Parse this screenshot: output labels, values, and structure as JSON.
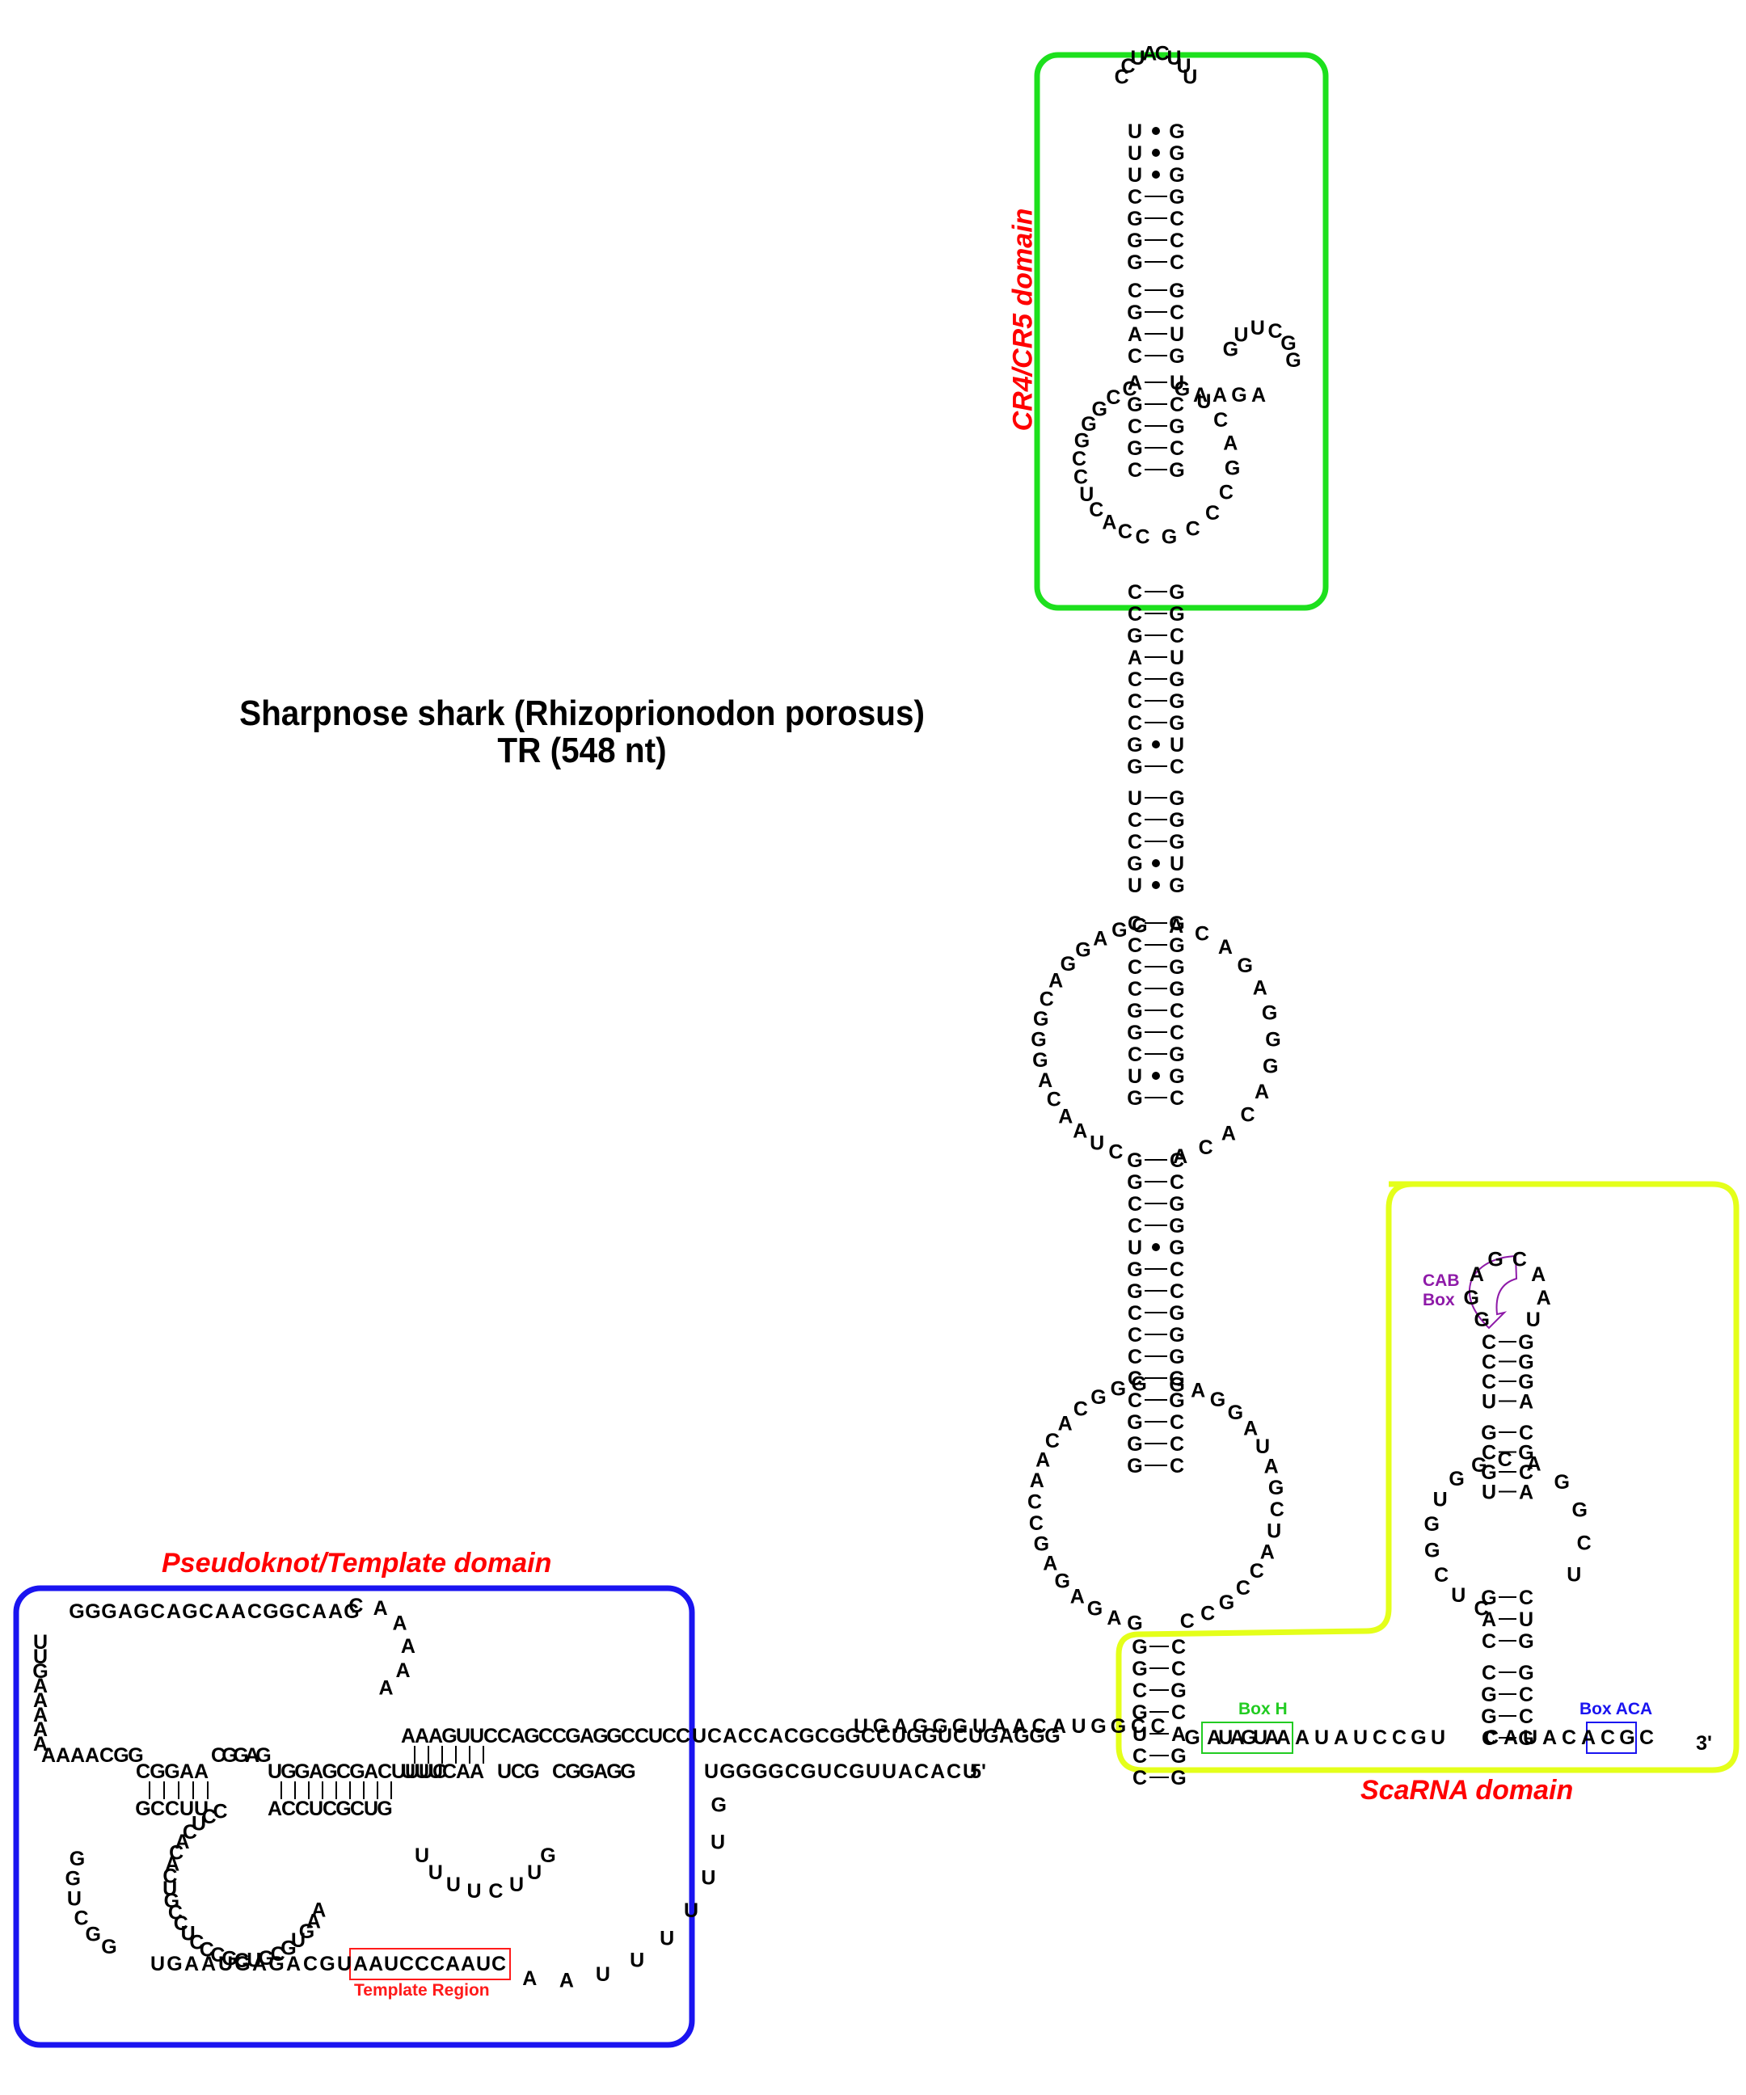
{
  "title": {
    "line1": "Sharpnose shark (Rhizoprionodon porosus)",
    "line2": "TR (548 nt)"
  },
  "domains": {
    "cr4cr5": {
      "label": "CR4/CR5 domain",
      "color": "#1de01d"
    },
    "pseudoknot": {
      "label": "Pseudoknot/Template domain",
      "color": "#1a14f0"
    },
    "scarna": {
      "label": "ScaRNA domain",
      "color": "#e4ff1a"
    }
  },
  "boxes": {
    "box_h": {
      "label": "Box H",
      "sequence": "AUAGUAA",
      "color": "#22cc22"
    },
    "box_aca": {
      "label": "Box ACA",
      "sequence": "ACA",
      "color": "#1a14f0"
    },
    "cab_box": {
      "label_line1": "CAB",
      "label_line2": "Box",
      "color": "#8e1aa8"
    },
    "template": {
      "label": "Template Region",
      "sequence": "AAUCCCAAUC",
      "color": "#ff1a1a"
    }
  },
  "ends": {
    "five_prime": "5'",
    "three_prime": "3'"
  },
  "helix": {
    "cr4_stem": [
      [
        "U",
        "G",
        "wobble"
      ],
      [
        "U",
        "G",
        "wobble"
      ],
      [
        "U",
        "G",
        "wobble"
      ],
      [
        "C",
        "G",
        "pair"
      ],
      [
        "G",
        "C",
        "pair"
      ],
      [
        "G",
        "C",
        "pair"
      ],
      [
        "G",
        "C",
        "pair"
      ],
      [
        "C",
        "G",
        "pair"
      ],
      [
        "G",
        "C",
        "pair"
      ],
      [
        "A",
        "U",
        "pair"
      ],
      [
        "C",
        "G",
        "pair"
      ],
      [
        "A",
        "U",
        "pair"
      ],
      [
        "G",
        "C",
        "pair"
      ],
      [
        "C",
        "G",
        "pair"
      ],
      [
        "G",
        "C",
        "pair"
      ],
      [
        "C",
        "G",
        "pair"
      ]
    ],
    "cr4_loop": "CCUACUUU",
    "p6_lower": [
      [
        "C",
        "G",
        "pair"
      ],
      [
        "C",
        "G",
        "pair"
      ],
      [
        "G",
        "C",
        "pair"
      ],
      [
        "A",
        "U",
        "pair"
      ],
      [
        "C",
        "G",
        "pair"
      ],
      [
        "C",
        "G",
        "pair"
      ],
      [
        "C",
        "G",
        "pair"
      ],
      [
        "G",
        "U",
        "wobble"
      ],
      [
        "G",
        "C",
        "pair"
      ],
      [
        "U",
        "G",
        "pair"
      ],
      [
        "C",
        "G",
        "pair"
      ],
      [
        "C",
        "G",
        "pair"
      ],
      [
        "G",
        "U",
        "wobble"
      ],
      [
        "U",
        "G",
        "wobble"
      ],
      [
        "C",
        "G",
        "pair"
      ],
      [
        "C",
        "G",
        "pair"
      ],
      [
        "C",
        "G",
        "pair"
      ],
      [
        "C",
        "G",
        "pair"
      ],
      [
        "G",
        "C",
        "pair"
      ],
      [
        "G",
        "C",
        "pair"
      ],
      [
        "C",
        "G",
        "pair"
      ],
      [
        "U",
        "G",
        "wobble"
      ],
      [
        "G",
        "C",
        "pair"
      ]
    ],
    "p4_stem": [
      [
        "G",
        "C",
        "pair"
      ],
      [
        "G",
        "C",
        "pair"
      ],
      [
        "C",
        "G",
        "pair"
      ],
      [
        "C",
        "G",
        "pair"
      ],
      [
        "U",
        "G",
        "wobble"
      ],
      [
        "G",
        "C",
        "pair"
      ],
      [
        "G",
        "C",
        "pair"
      ],
      [
        "C",
        "G",
        "pair"
      ],
      [
        "C",
        "G",
        "pair"
      ],
      [
        "C",
        "G",
        "pair"
      ],
      [
        "C",
        "G",
        "pair"
      ],
      [
        "C",
        "G",
        "pair"
      ],
      [
        "G",
        "C",
        "pair"
      ],
      [
        "G",
        "C",
        "pair"
      ],
      [
        "G",
        "C",
        "pair"
      ]
    ],
    "p1_stem": [
      [
        "G",
        "C",
        "pair"
      ],
      [
        "G",
        "C",
        "pair"
      ],
      [
        "C",
        "G",
        "pair"
      ],
      [
        "G",
        "C",
        "pair"
      ],
      [
        "U",
        "A",
        "pair"
      ],
      [
        "C",
        "G",
        "pair"
      ],
      [
        "C",
        "G",
        "pair"
      ]
    ],
    "scarna_upper": [
      [
        "C",
        "G",
        "pair"
      ],
      [
        "C",
        "G",
        "pair"
      ],
      [
        "C",
        "G",
        "pair"
      ],
      [
        "U",
        "A",
        "pair"
      ],
      [
        "G",
        "C",
        "pair"
      ],
      [
        "C",
        "G",
        "pair"
      ],
      [
        "G",
        "C",
        "pair"
      ],
      [
        "U",
        "A",
        "pair"
      ]
    ],
    "scarna_lower": [
      [
        "C",
        "G",
        "pair"
      ],
      [
        "G",
        "C",
        "pair"
      ],
      [
        "G",
        "C",
        "pair"
      ],
      [
        "C",
        "G",
        "pair"
      ],
      [
        "C",
        "G",
        "pair"
      ],
      [
        "A",
        "U",
        "pair"
      ],
      [
        "G",
        "C",
        "pair"
      ]
    ]
  },
  "strands": {
    "internal_loop_left": "CCGGGCCUCACC",
    "internal_loop_right": "GUCAGCCCG",
    "side_hairpin": "AAGAGUUCGGCUCU",
    "big_loop_left": "GGAGGACGGGACAAUC",
    "big_loop_right": "ACAGAGGGACACA",
    "lower_loop_left": "GGGCACAACCGAGAGAG",
    "lower_loop_right": "GAGGAUAGCUACCGCC",
    "scarna_loop_left": "CGGUGGCUC",
    "scarna_loop_right": "AGGCU",
    "scarna_hairpin_loop": "GGAGCAAU",
    "linker_3p": "AUAUCCGU",
    "tail_3p": "CAUACACGC",
    "hinge_top": "UGAGGGUAACAUGGCC",
    "pk_top_line": "GGGAGCAGCAACGGCAAG",
    "pk_left_arc": "UUGAAAAAAAACGG",
    "pk_upper_right": "CAAAAA",
    "pk_mid_top": "AAAGUUCCAGCCGAGGCCUCC",
    "pk_mid_bottom": "UUUCAA UCG CGGAGG",
    "p2_top": "UGGAGCGACUUUC",
    "p2_bottom": "ACCUCGCUG",
    "p2b_top": "CGGAA",
    "p2b_bottom": "GCCUU",
    "j2a": "CGGAG",
    "inner_loop": "CCUCACACUGCCUCCCGCUGCGUGAA",
    "left_tail": "GGUCGG",
    "template_leader": "UGAAUGAGACGU",
    "template_seq": "AAUCCCAAUC",
    "post_template": "AAUUUUUUG",
    "p3_a_top": "UCACCACGCGGCCUGGUCUGAGGG",
    "p3_a_bottom": "UGGGGCGUCGUUACACU",
    "loop_u": "UUUUCUUG"
  }
}
